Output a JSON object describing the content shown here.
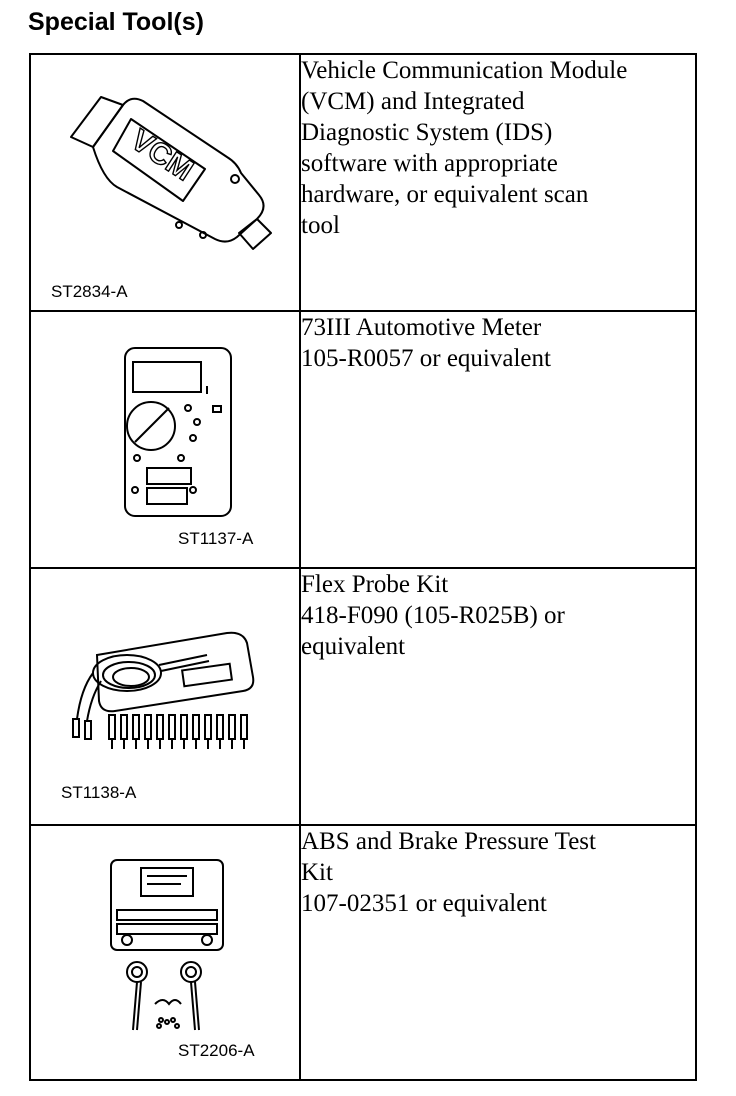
{
  "heading": "Special Tool(s)",
  "tools": [
    {
      "code": "ST2834-A",
      "illustration": "vcm-module-icon",
      "illustration_label": "VCM",
      "description_lines": [
        "Vehicle Communication Module",
        "(VCM) and Integrated",
        "Diagnostic System (IDS)",
        "software with appropriate",
        "hardware, or equivalent scan",
        "tool"
      ]
    },
    {
      "code": "ST1137-A",
      "illustration": "multimeter-icon",
      "description_lines": [
        "73III Automotive Meter",
        "105-R0057 or equivalent"
      ]
    },
    {
      "code": "ST1138-A",
      "illustration": "flex-probe-kit-icon",
      "description_lines": [
        "Flex Probe Kit",
        "418-F090 (105-R025B) or",
        "equivalent"
      ]
    },
    {
      "code": "ST2206-A",
      "illustration": "pressure-test-kit-icon",
      "description_lines": [
        "ABS and Brake Pressure Test",
        "Kit",
        "107-02351 or equivalent"
      ]
    }
  ]
}
